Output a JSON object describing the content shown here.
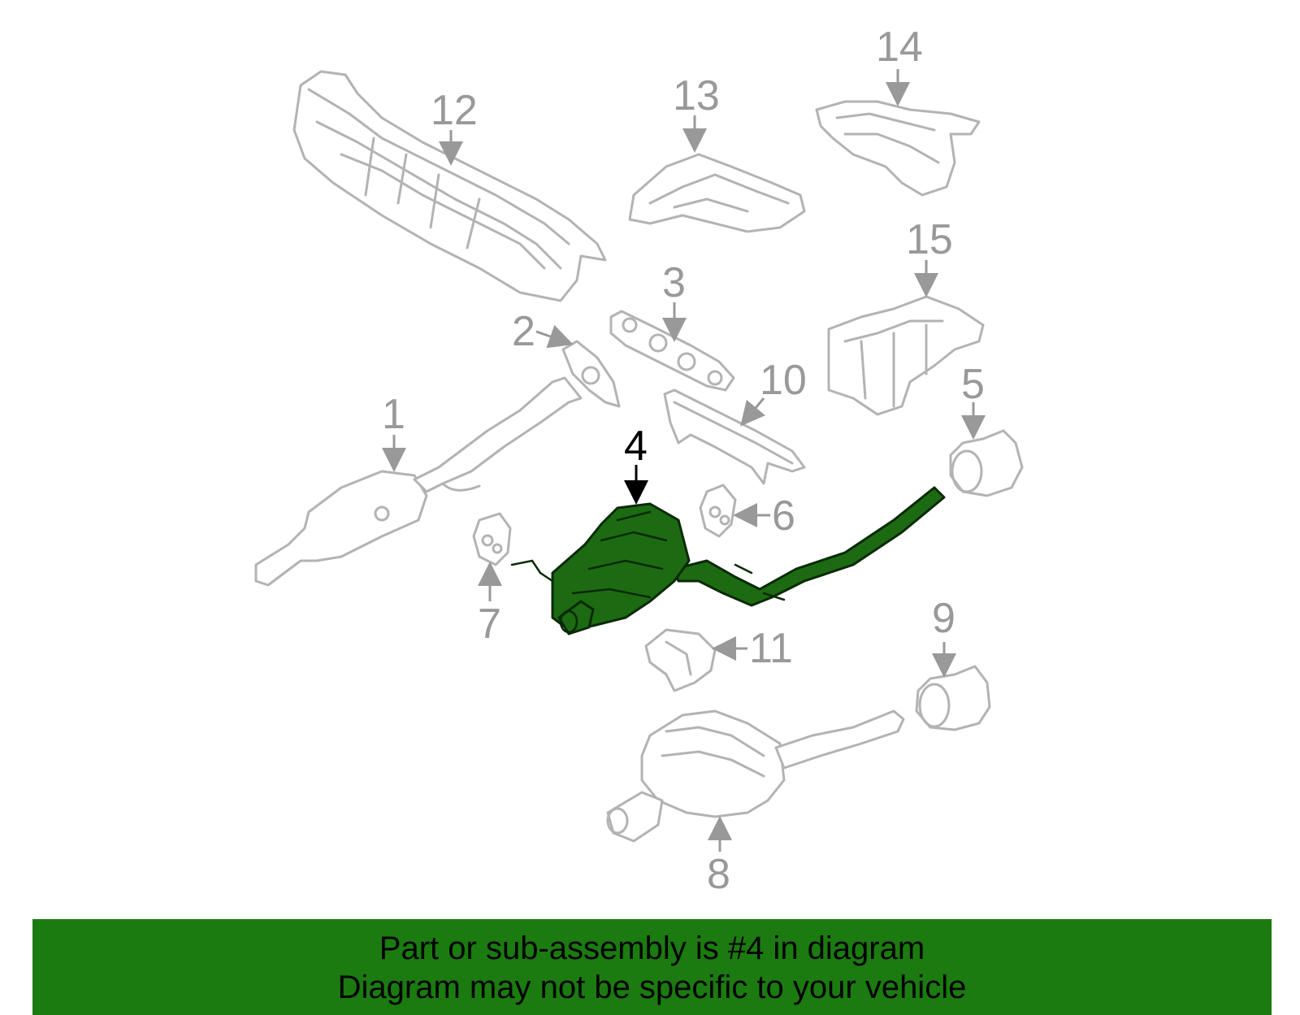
{
  "highlight_color": "#1b7b10",
  "highlighted_part": "4",
  "callouts": {
    "c1": "1",
    "c2": "2",
    "c3": "3",
    "c4": "4",
    "c5": "5",
    "c6": "6",
    "c7": "7",
    "c8": "8",
    "c9": "9",
    "c10": "10",
    "c11": "11",
    "c12": "12",
    "c13": "13",
    "c14": "14",
    "c15": "15"
  },
  "banner": {
    "line1": "Part or sub-assembly is #4 in diagram",
    "line2": "Diagram may not be specific to your vehicle"
  }
}
